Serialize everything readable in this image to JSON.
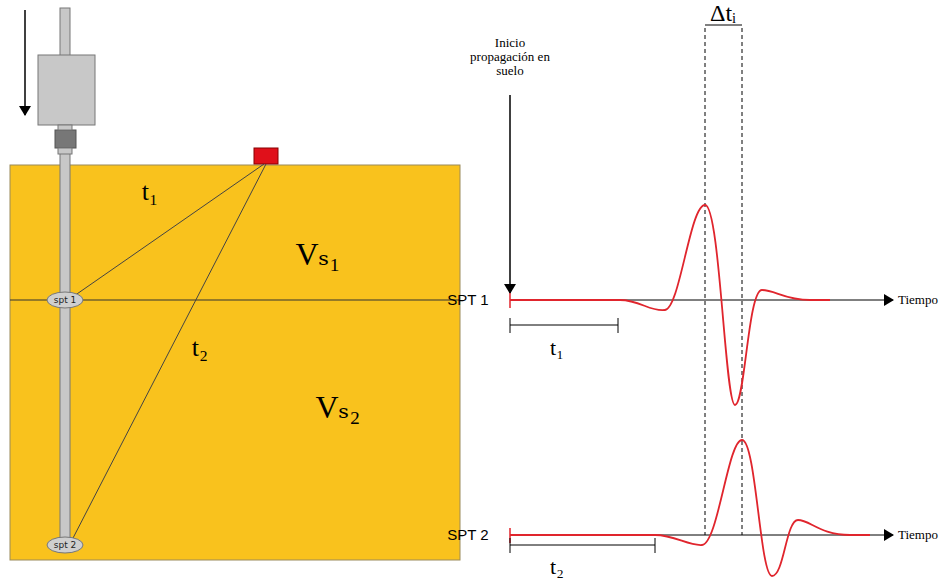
{
  "diagram": {
    "nodes": [
      {
        "text": [
          "spt 1"
        ]
      },
      {
        "text": [
          "spt 2"
        ]
      }
    ],
    "labels": [
      "t₁",
      "t₂",
      "Vₛ₁",
      "Vₛ₂",
      "Inicio propagación en suelo",
      "Δtᵢ",
      "SPT 1",
      "Tiempo",
      "t₁",
      "SPT 2",
      "Tiempo",
      "t₂"
    ]
  }
}
